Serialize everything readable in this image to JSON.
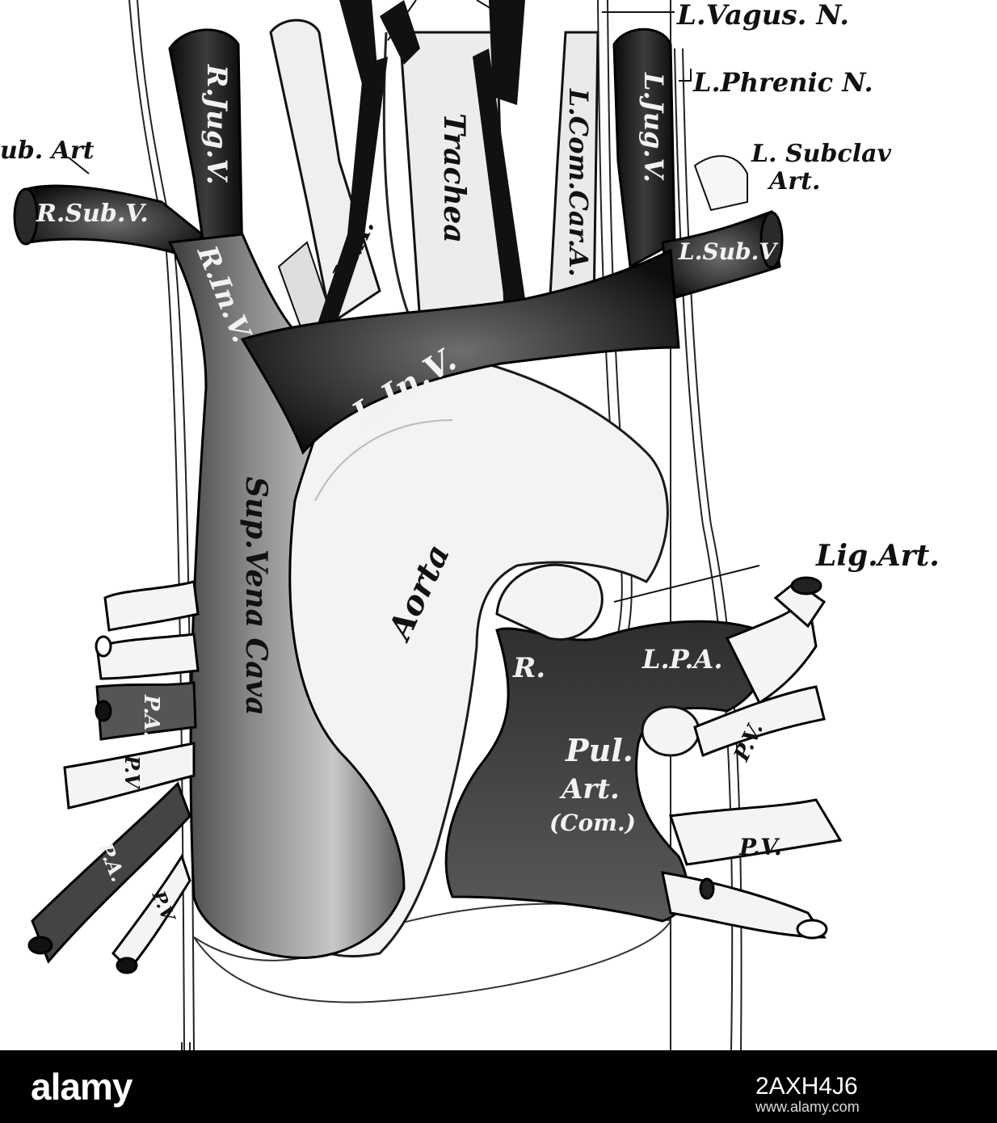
{
  "figure": {
    "labels": {
      "l_vagus": "L.Vagus. N.",
      "l_phrenic": "L.Phrenic N.",
      "sub_art": "ub. Art",
      "l_subclav_art_1": "L. Subclav",
      "l_subclav_art_2": "Art.",
      "trachea": "Trachea",
      "l_com_car": "L.Com.Car.A.",
      "r_jug": "R.Jug.V.",
      "l_jug": "L.Jug.V.",
      "r_sub": "R.Sub.V.",
      "l_sub": "L.Sub.V",
      "in_a": "In.A.",
      "r_in_v": "R.In.V.",
      "l_in_v": "L.In.V.",
      "sup_vena_cava": "Sup.Vena Cava",
      "aorta": "Aorta",
      "lig_art": "Lig.Art.",
      "pa_right": "P.A.",
      "pv_right_1": "P.V",
      "pa_right_2": "P.A.",
      "pv_right_2": "P.V",
      "r_pul": "R.",
      "l_pul": "L.P.A.",
      "pul_art": "Pul.",
      "pul_art_2": "Art.",
      "pul_art_3": "(Com.)",
      "pv_left_1": "P.V.",
      "pv_left_2": "P.V."
    }
  },
  "watermark": {
    "logo": "alamy",
    "image_id": "2AXH4J6",
    "url": "www.alamy.com"
  }
}
